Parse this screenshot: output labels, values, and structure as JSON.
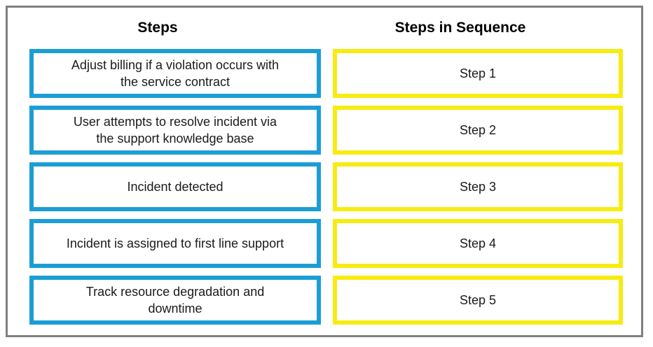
{
  "panel": {
    "left": {
      "header": "Steps",
      "items": [
        {
          "label": "Adjust billing if a violation occurs with\nthe service contract"
        },
        {
          "label": "User attempts to resolve incident via\nthe support knowledge base"
        },
        {
          "label": "Incident detected"
        },
        {
          "label": "Incident is assigned to first line support"
        },
        {
          "label": "Track resource degradation and\ndowntime"
        }
      ]
    },
    "right": {
      "header": "Steps in Sequence",
      "items": [
        {
          "label": "Step 1"
        },
        {
          "label": "Step 2"
        },
        {
          "label": "Step 3"
        },
        {
          "label": "Step 4"
        },
        {
          "label": "Step 5"
        }
      ]
    }
  },
  "colors": {
    "step_box_border": "#1b9ed4",
    "sequence_box_border": "#f7ec11",
    "frame_border": "#808080",
    "text": "#1a1a1a"
  }
}
